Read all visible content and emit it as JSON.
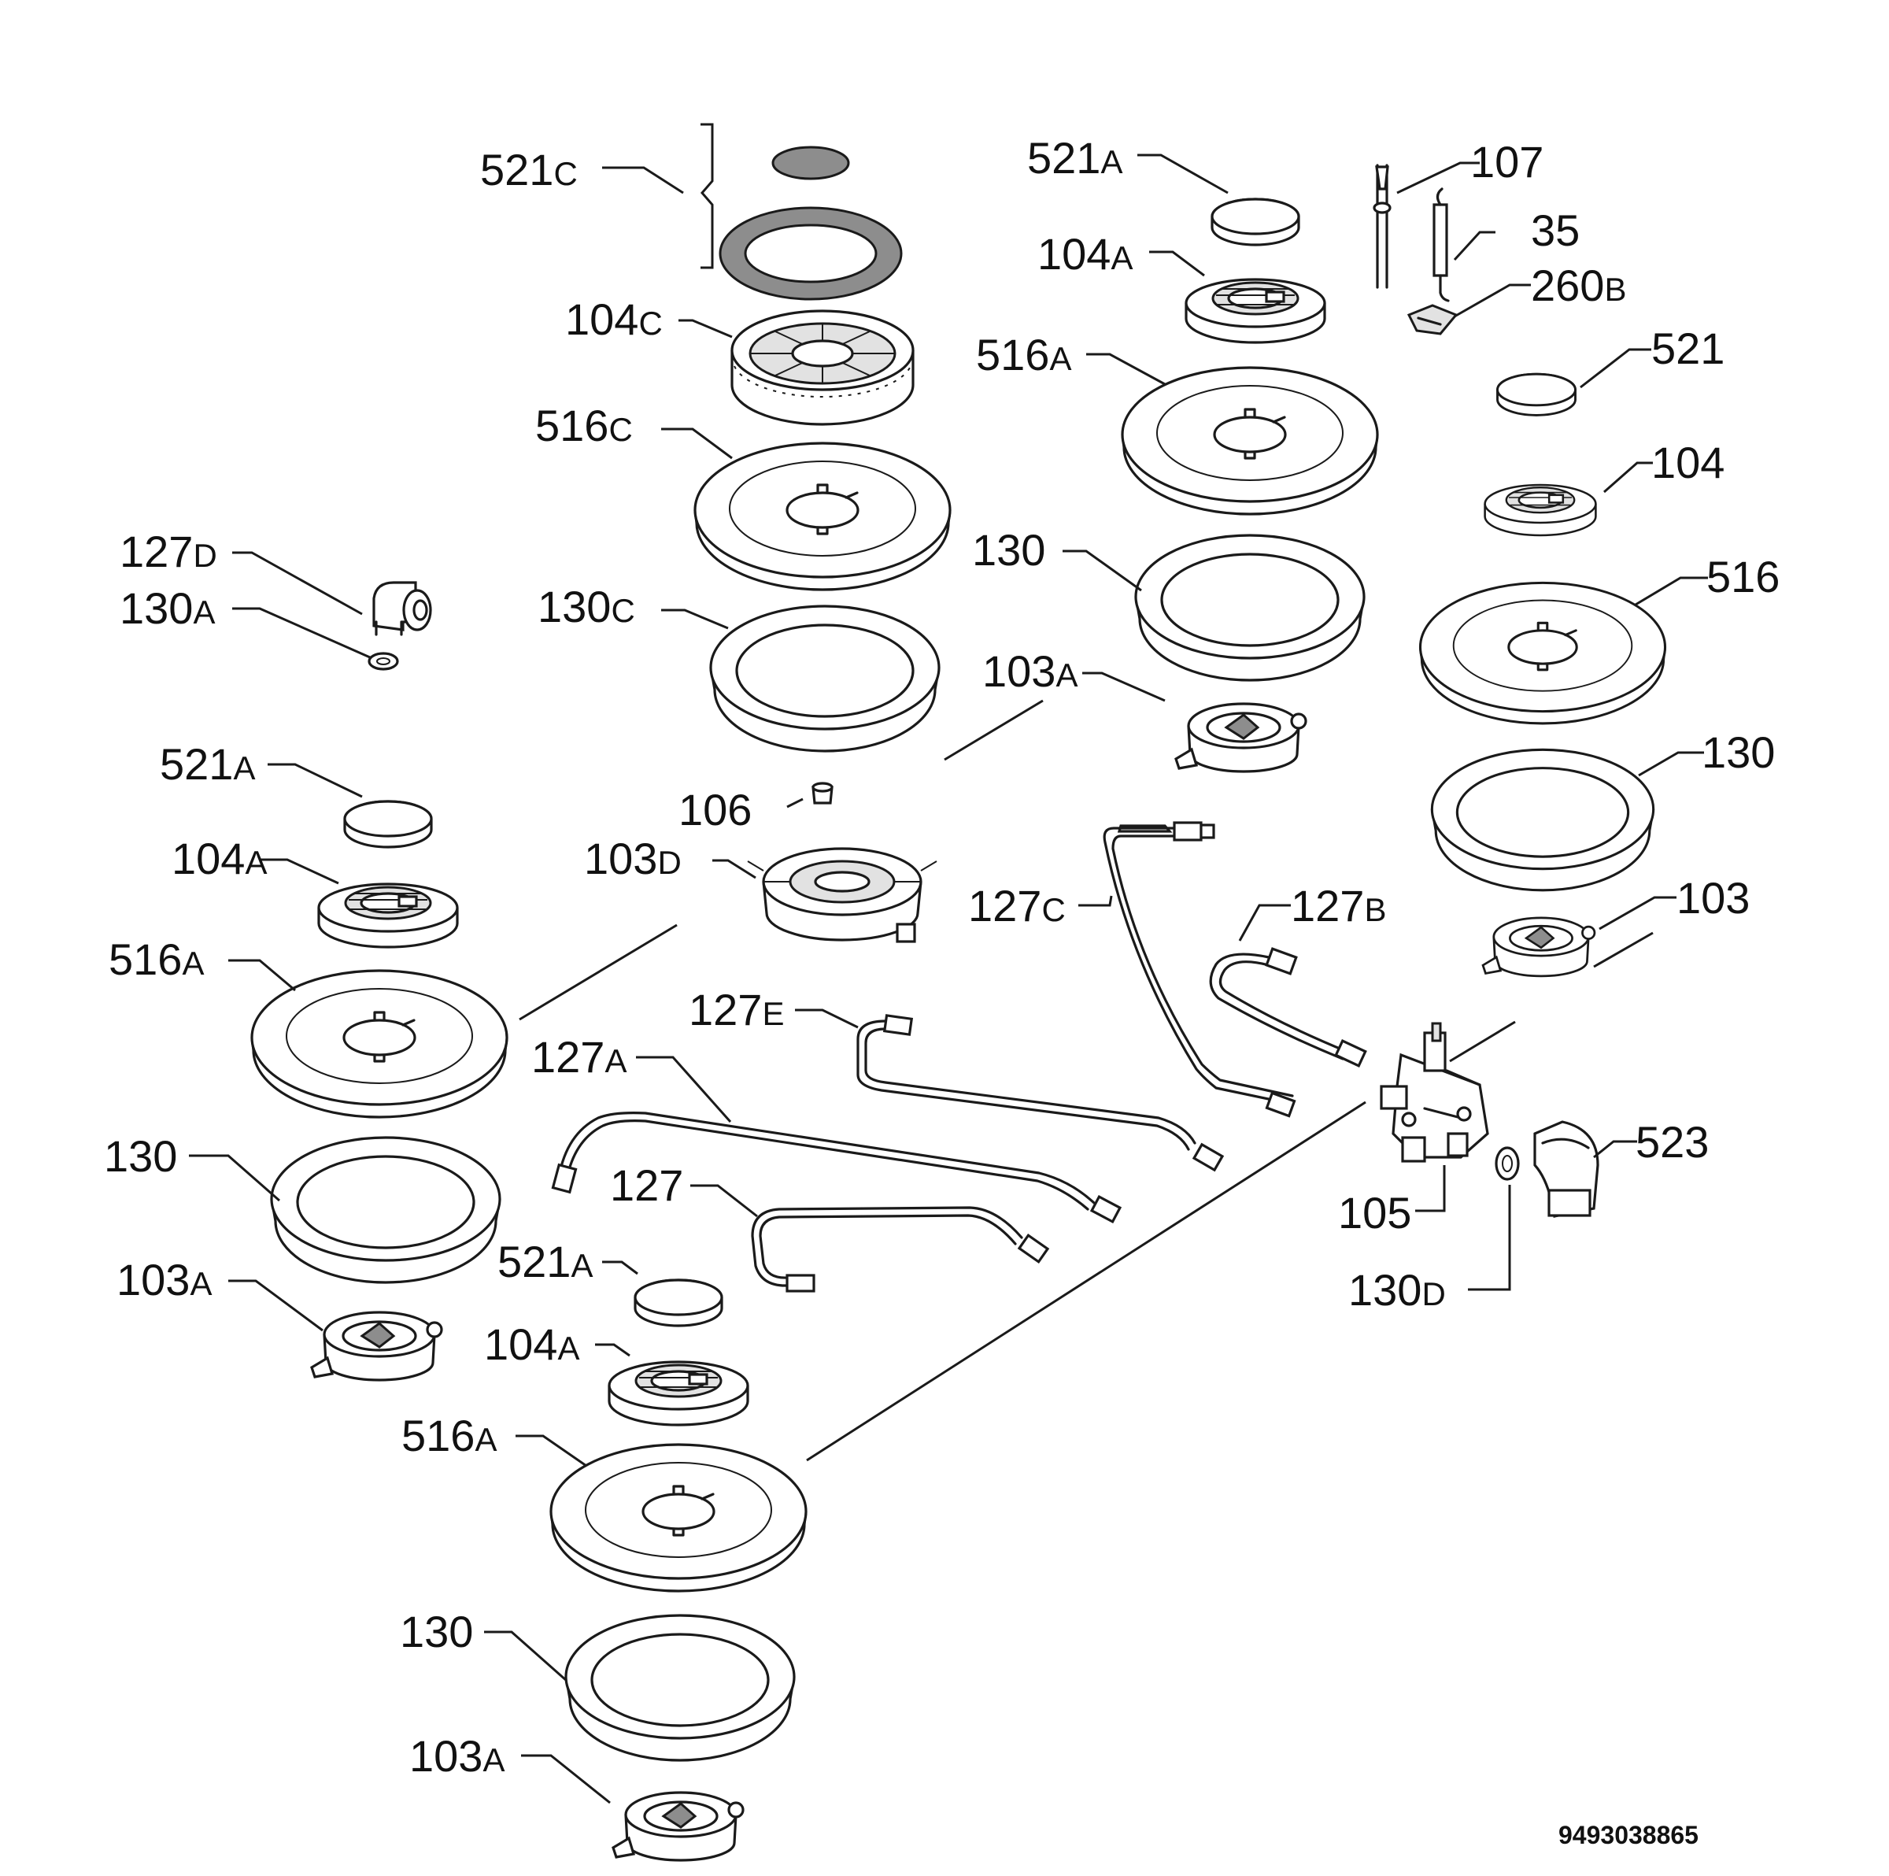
{
  "diagram_code": "9493038865",
  "labels": [
    {
      "id": "l01",
      "num": "521",
      "suf": "C"
    },
    {
      "id": "l02",
      "num": "104",
      "suf": "C"
    },
    {
      "id": "l03",
      "num": "516",
      "suf": "C"
    },
    {
      "id": "l04",
      "num": "130",
      "suf": "C"
    },
    {
      "id": "l05",
      "num": "106",
      "suf": ""
    },
    {
      "id": "l06",
      "num": "103",
      "suf": "D"
    },
    {
      "id": "l07",
      "num": "521",
      "suf": "A"
    },
    {
      "id": "l08",
      "num": "104",
      "suf": "A"
    },
    {
      "id": "l09",
      "num": "516",
      "suf": "A"
    },
    {
      "id": "l10",
      "num": "130",
      "suf": ""
    },
    {
      "id": "l11",
      "num": "103",
      "suf": "A"
    },
    {
      "id": "l12",
      "num": "107",
      "suf": ""
    },
    {
      "id": "l13",
      "num": "35",
      "suf": ""
    },
    {
      "id": "l14",
      "num": "260",
      "suf": "B"
    },
    {
      "id": "l15",
      "num": "521",
      "suf": ""
    },
    {
      "id": "l16",
      "num": "104",
      "suf": ""
    },
    {
      "id": "l17",
      "num": "516",
      "suf": ""
    },
    {
      "id": "l18",
      "num": "130",
      "suf": ""
    },
    {
      "id": "l19",
      "num": "103",
      "suf": ""
    },
    {
      "id": "l20",
      "num": "127",
      "suf": "D"
    },
    {
      "id": "l21",
      "num": "130",
      "suf": "A"
    },
    {
      "id": "l22",
      "num": "521",
      "suf": "A"
    },
    {
      "id": "l23",
      "num": "104",
      "suf": "A"
    },
    {
      "id": "l24",
      "num": "516",
      "suf": "A"
    },
    {
      "id": "l25",
      "num": "130",
      "suf": ""
    },
    {
      "id": "l26",
      "num": "103",
      "suf": "A"
    },
    {
      "id": "l27",
      "num": "127",
      "suf": "C"
    },
    {
      "id": "l28",
      "num": "127",
      "suf": "B"
    },
    {
      "id": "l29",
      "num": "127",
      "suf": "E"
    },
    {
      "id": "l30",
      "num": "127",
      "suf": "A"
    },
    {
      "id": "l31",
      "num": "127",
      "suf": ""
    },
    {
      "id": "l32",
      "num": "521",
      "suf": "A"
    },
    {
      "id": "l33",
      "num": "104",
      "suf": "A"
    },
    {
      "id": "l34",
      "num": "516",
      "suf": "A"
    },
    {
      "id": "l35",
      "num": "130",
      "suf": ""
    },
    {
      "id": "l36",
      "num": "103",
      "suf": "A"
    },
    {
      "id": "l37",
      "num": "105",
      "suf": ""
    },
    {
      "id": "l38",
      "num": "523",
      "suf": ""
    },
    {
      "id": "l39",
      "num": "130",
      "suf": "D"
    }
  ]
}
